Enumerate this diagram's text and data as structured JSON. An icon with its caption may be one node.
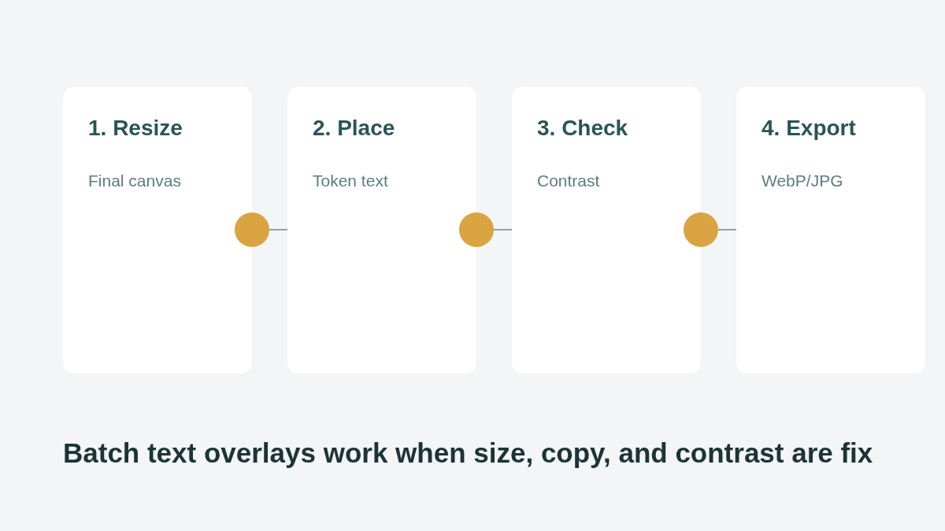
{
  "diagram": {
    "nodes": [
      {
        "text": [
          "1. Resize",
          "Final canvas"
        ]
      },
      {
        "text": [],
        "shape": "circle"
      },
      {
        "text": [
          "2. Place",
          "Token text"
        ]
      },
      {
        "text": [],
        "shape": "circle"
      },
      {
        "text": [
          "3. Check",
          "Contrast"
        ]
      },
      {
        "text": [],
        "shape": "circle"
      },
      {
        "text": [
          "4. Export",
          "WebP/JPG"
        ]
      }
    ],
    "edges": [
      {
        "from": 1,
        "to": 2,
        "arrow": "none"
      },
      {
        "from": 3,
        "to": 4,
        "arrow": "none"
      },
      {
        "from": 5,
        "to": 6,
        "arrow": "none"
      }
    ],
    "caption": "Batch text overlays work when size, copy, and contrast are fix"
  }
}
